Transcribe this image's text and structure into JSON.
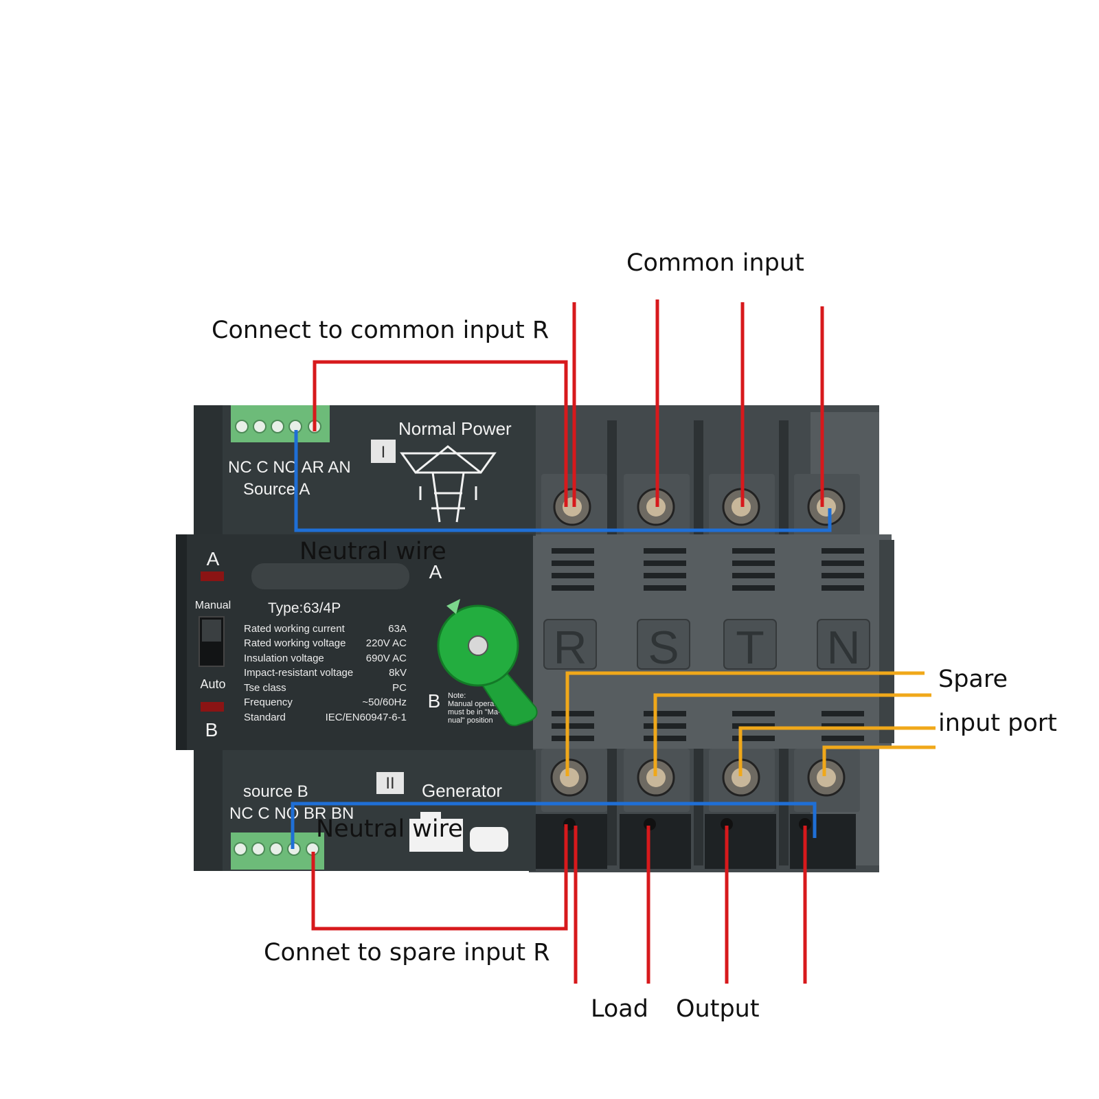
{
  "callouts": {
    "common_input": "Common input",
    "connect_common": "Connect to common input R",
    "neutral_top": "Neutral wire",
    "neutral_bottom": "Neutral wire",
    "spare_line1": "Spare",
    "spare_line2": "input port",
    "connect_spare": "Connet to spare input R",
    "load": "Load",
    "output": "Output"
  },
  "device": {
    "source_a": {
      "terminals": "NC C NO AR AN",
      "name": "Source A",
      "indicator": "I",
      "label": "Normal Power"
    },
    "source_b": {
      "name": "source B",
      "terminals": "NC C NO BR BN",
      "indicator": "II",
      "label": "Generator"
    },
    "panel": {
      "led_a": "A",
      "led_b": "B",
      "mode_manual": "Manual",
      "mode_auto": "Auto",
      "type": "Type:63/4P",
      "handle_a": "A",
      "handle_b": "B",
      "note": [
        "Note:",
        "Manual operatio",
        "must be in \"Ma-",
        "nual\" position"
      ],
      "specs": [
        {
          "label": "Rated working current",
          "value": "63A"
        },
        {
          "label": "Rated working voltage",
          "value": "220V AC"
        },
        {
          "label": "Insulation voltage",
          "value": "690V AC"
        },
        {
          "label": "Impact-resistant voltage",
          "value": "8kV"
        },
        {
          "label": "Tse class",
          "value": "PC"
        },
        {
          "label": "Frequency",
          "value": "~50/60Hz"
        },
        {
          "label": "Standard",
          "value": "IEC/EN60947-6-1"
        }
      ]
    },
    "poles": [
      "R",
      "S",
      "T",
      "N"
    ]
  },
  "colors": {
    "phase_wire": "#d7191c",
    "neutral_wire": "#1f6fd6",
    "spare_wire": "#f0a81a",
    "body": "#3b4245",
    "terminal_green": "#6dbb79",
    "handle": "#1fa33a",
    "led": "#8b1414"
  }
}
